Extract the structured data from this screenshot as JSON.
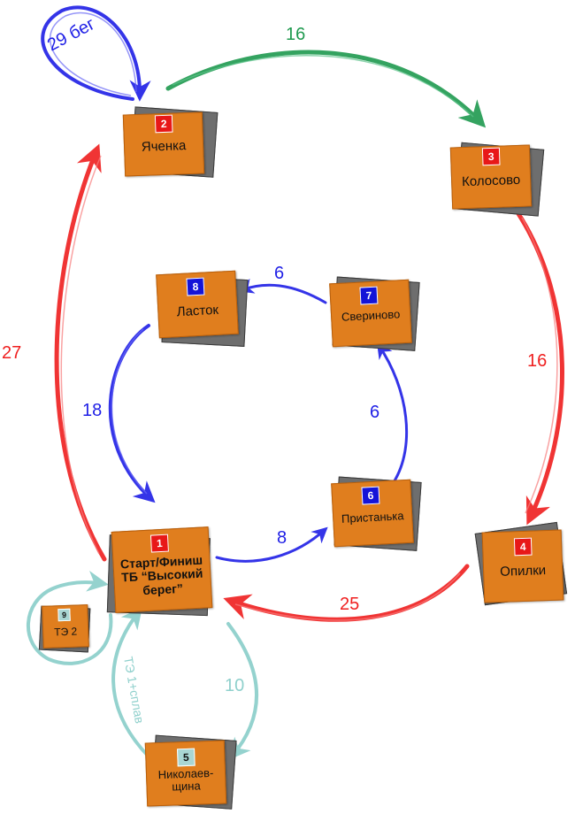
{
  "colors": {
    "red": "#ef1f1f",
    "blue": "#1f1fe6",
    "green": "#1f9a4f",
    "teal": "#8fd0cc",
    "card": "#e07e1e",
    "shadow": "#6e6e6e",
    "badge_red": "#e81818",
    "badge_blue": "#1414d8",
    "badge_teal": "#a9d6d3"
  },
  "nodes": {
    "n1": {
      "number": "1",
      "lines": [
        "Старт/Финиш",
        "ТБ “Высокий",
        "берег”"
      ],
      "badge_color": "red"
    },
    "n2": {
      "number": "2",
      "lines": [
        "Яченка"
      ],
      "badge_color": "red"
    },
    "n3": {
      "number": "3",
      "lines": [
        "Колосово"
      ],
      "badge_color": "red"
    },
    "n4": {
      "number": "4",
      "lines": [
        "Опилки"
      ],
      "badge_color": "red"
    },
    "n5": {
      "number": "5",
      "lines": [
        "Николаев-",
        "щина"
      ],
      "badge_color": "teal"
    },
    "n6": {
      "number": "6",
      "lines": [
        "Пристанька"
      ],
      "badge_color": "blue"
    },
    "n7": {
      "number": "7",
      "lines": [
        "Свериново"
      ],
      "badge_color": "blue"
    },
    "n8": {
      "number": "8",
      "lines": [
        "Ласток"
      ],
      "badge_color": "blue"
    },
    "n9": {
      "number": "9",
      "lines": [
        "ТЭ 2"
      ],
      "badge_color": "teal"
    }
  },
  "edges": {
    "e_2_2": {
      "label": "29 бег",
      "color": "blue"
    },
    "e_2_3": {
      "label": "16",
      "color": "green"
    },
    "e_3_4": {
      "label": "16",
      "color": "red"
    },
    "e_4_1": {
      "label": "25",
      "color": "red"
    },
    "e_1_2": {
      "label": "27",
      "color": "red"
    },
    "e_1_6": {
      "label": "8",
      "color": "blue"
    },
    "e_6_7": {
      "label": "6",
      "color": "blue"
    },
    "e_7_8": {
      "label": "6",
      "color": "blue"
    },
    "e_8_1": {
      "label": "18",
      "color": "blue"
    },
    "e_1_5": {
      "label": "10",
      "color": "teal"
    },
    "e_5_1": {
      "label": "ТЭ 1+сплав",
      "color": "teal"
    },
    "e_1_9": {
      "label": "",
      "color": "teal"
    }
  }
}
